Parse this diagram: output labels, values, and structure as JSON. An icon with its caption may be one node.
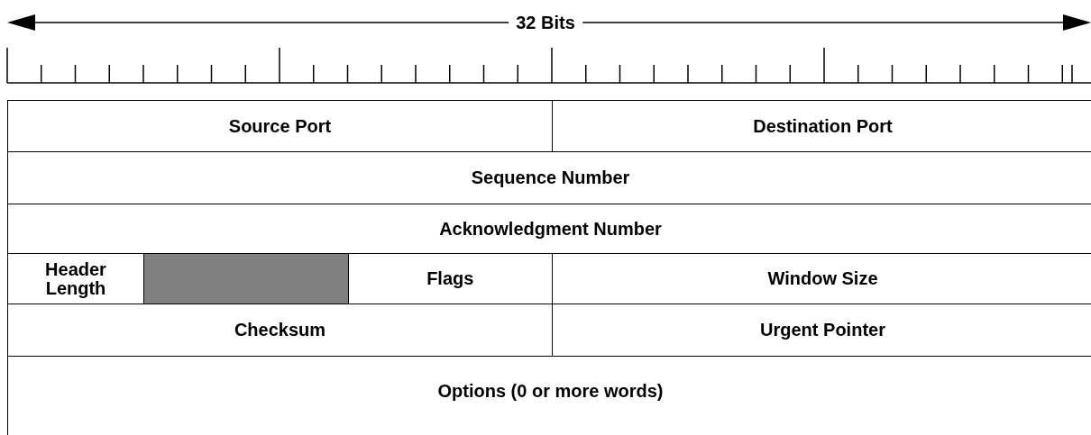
{
  "diagram": {
    "nodes": [
      {
        "text": [
          "Source Port"
        ]
      },
      {
        "text": [
          "Destination Port"
        ]
      },
      {
        "text": [
          "Sequence Number"
        ]
      },
      {
        "text": [
          "Acknowledgment Number"
        ]
      },
      {
        "text": [
          "Header Length"
        ]
      },
      {
        "text": [],
        "shape": "box"
      },
      {
        "text": [
          "Flags"
        ]
      },
      {
        "text": [
          "Window Size"
        ]
      },
      {
        "text": [
          "Checksum"
        ]
      },
      {
        "text": [
          "Urgent Pointer"
        ]
      },
      {
        "text": [
          "Options (0 or more words)"
        ]
      }
    ],
    "edges": [],
    "labels": [
      "32 Bits"
    ]
  }
}
